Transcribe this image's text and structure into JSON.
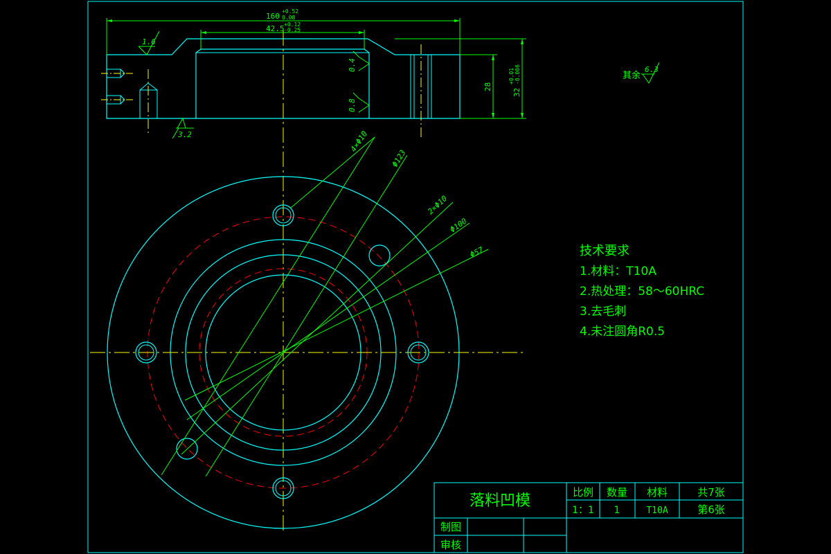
{
  "drawing": {
    "part_name": "落料凹模",
    "colors": {
      "background": "#000000",
      "outline": "#00ffff",
      "dimension": "#00ff00",
      "centerline": "#ffff00",
      "hidden": "#ff0000",
      "text": "#00ff00"
    }
  },
  "section_view": {
    "dim_total": "160",
    "dim_total_tol_upper": "+0.52",
    "dim_total_tol_lower": "0.08",
    "dim_cavity": "42.5",
    "dim_cavity_tol_upper": "+0.12",
    "dim_cavity_tol_lower": "-0.25",
    "dim_height_inner": "28",
    "dim_height_outer": "32",
    "dim_height_outer_tol_upper": "+0.01",
    "dim_height_outer_tol_lower": "-0.006",
    "rough_top_left": "1.6",
    "rough_bottom": "3.2",
    "rough_wall_a": "0.4",
    "rough_wall_b": "0.8",
    "rough_rest_label": "其余",
    "rough_rest_value": "6.3"
  },
  "plan_view": {
    "label_holes_4": "4×Φ10",
    "label_pcd": "Φ123",
    "label_holes_2": "2×Φ10",
    "label_d100": "Φ100",
    "label_d57": "Φ57"
  },
  "tech_requirements": {
    "title": "技术要求",
    "items": [
      "1.材料：T10A",
      "2.热处理：58～60HRC",
      "3.去毛刺",
      "4.未注圆角R0.5"
    ]
  },
  "title_block": {
    "name": "落料凹模",
    "scale_label": "比例",
    "scale_value": "1：1",
    "quantity_label": "数量",
    "quantity_value": "1",
    "material_label": "材料",
    "material_value": "T10A",
    "total_sheets": "共7张",
    "sheet_number": "第6张",
    "drawn_by_label": "制图",
    "checked_by_label": "审核"
  }
}
